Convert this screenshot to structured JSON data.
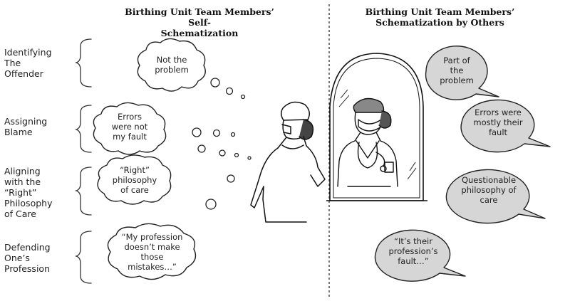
{
  "headings": {
    "left_line1": "Birthing Unit Team Members’ Self-",
    "left_line2": "Schematization",
    "right_line1": "Birthing Unit Team Members’",
    "right_line2": "Schematization by Others"
  },
  "rows": [
    {
      "label_lines": [
        "Identifying",
        "The",
        "Offender"
      ],
      "self_lines": [
        "Not the",
        "problem"
      ],
      "others_lines": [
        "Part of",
        "the",
        "problem"
      ]
    },
    {
      "label_lines": [
        "Assigning",
        "Blame"
      ],
      "self_lines": [
        "Errors",
        "were not",
        "my fault"
      ],
      "others_lines": [
        "Errors were",
        "mostly their",
        "fault"
      ]
    },
    {
      "label_lines": [
        "Aligning",
        "with the",
        "“Right”",
        "Philosophy",
        "of Care"
      ],
      "self_lines": [
        "“Right”",
        "philosophy",
        "of care"
      ],
      "others_lines": [
        "Questionable",
        "philosophy of",
        "care"
      ]
    },
    {
      "label_lines": [
        "Defending",
        "One’s",
        "Profession"
      ],
      "self_lines": [
        "“My profession",
        "doesn’t make",
        "those",
        "mistakes…”"
      ],
      "others_lines": [
        "“It’s their",
        "profession’s",
        "fault…”"
      ]
    }
  ],
  "colors": {
    "speech_bubble_fill": "#d6d6d6",
    "line": "#1a1a1a"
  }
}
